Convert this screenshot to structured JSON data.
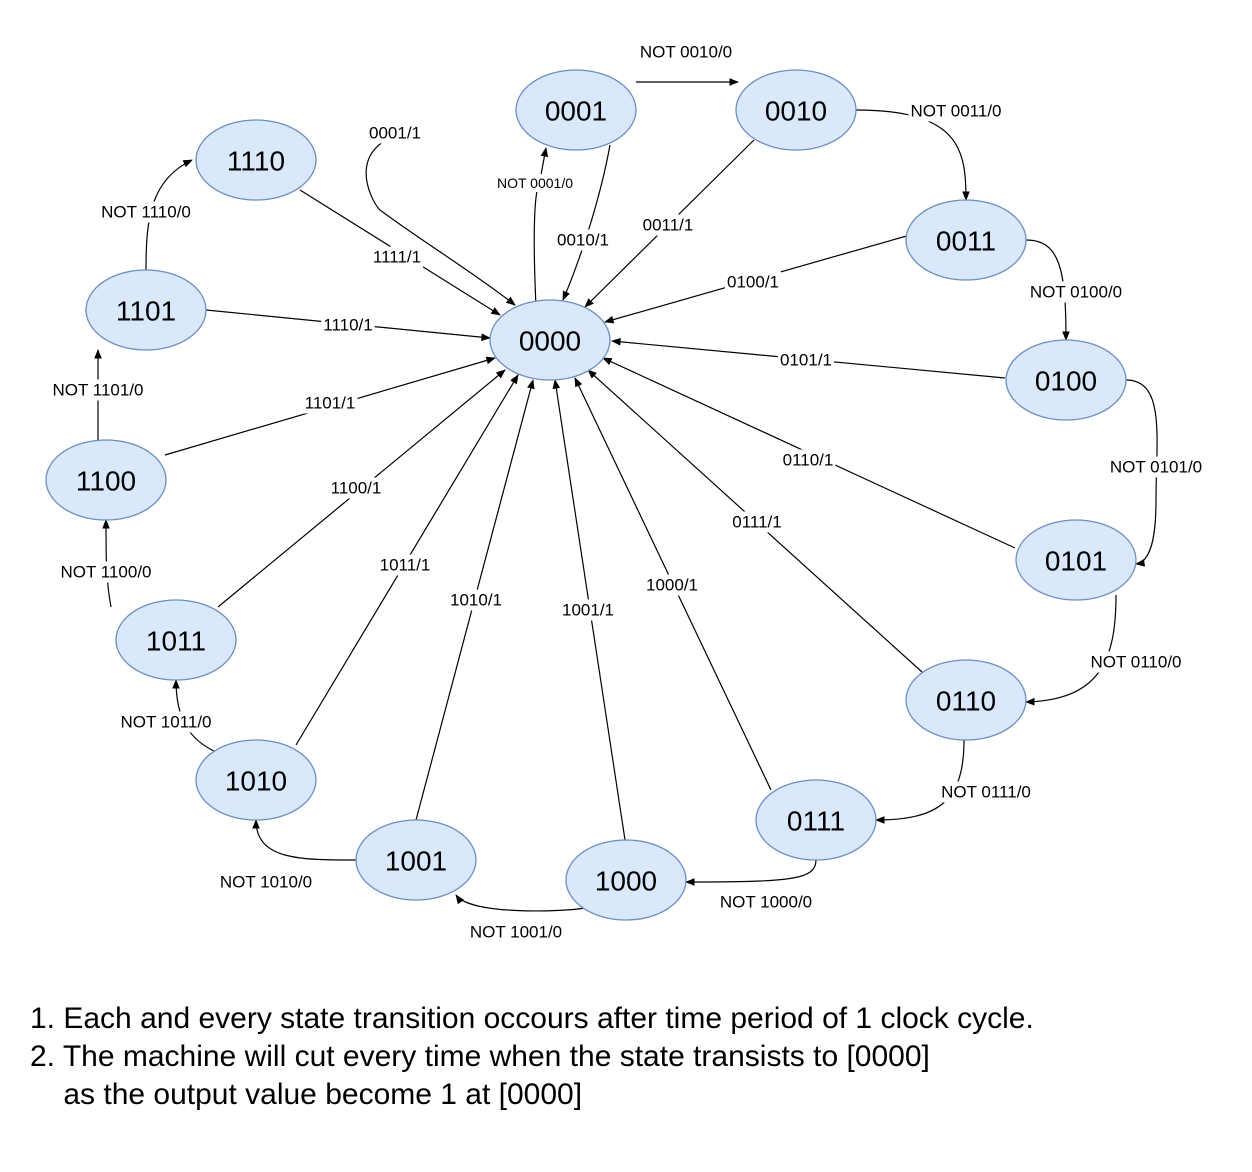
{
  "diagram": {
    "type": "state-machine",
    "states": [
      "0000",
      "0001",
      "0010",
      "0011",
      "0100",
      "0101",
      "0110",
      "0111",
      "1000",
      "1001",
      "1010",
      "1011",
      "1100",
      "1101",
      "1110"
    ],
    "reset_transitions": [
      {
        "from": "0001",
        "label": "0001/1"
      },
      {
        "from": "0001",
        "label": "0010/1"
      },
      {
        "from": "0010",
        "label": "0011/1"
      },
      {
        "from": "0011",
        "label": "0100/1"
      },
      {
        "from": "0100",
        "label": "0101/1"
      },
      {
        "from": "0101",
        "label": "0110/1"
      },
      {
        "from": "0110",
        "label": "0111/1"
      },
      {
        "from": "0111",
        "label": "1000/1"
      },
      {
        "from": "1000",
        "label": "1001/1"
      },
      {
        "from": "1001",
        "label": "1010/1"
      },
      {
        "from": "1010",
        "label": "1011/1"
      },
      {
        "from": "1011",
        "label": "1100/1"
      },
      {
        "from": "1100",
        "label": "1101/1"
      },
      {
        "from": "1101",
        "label": "1110/1"
      },
      {
        "from": "1110",
        "label": "1111/1"
      }
    ],
    "chain_transitions": [
      {
        "from": "0000",
        "to": "0001",
        "label": "NOT 0001/0"
      },
      {
        "from": "0001",
        "to": "0010",
        "label": "NOT 0010/0"
      },
      {
        "from": "0010",
        "to": "0011",
        "label": "NOT 0011/0"
      },
      {
        "from": "0011",
        "to": "0100",
        "label": "NOT 0100/0"
      },
      {
        "from": "0100",
        "to": "0101",
        "label": "NOT 0101/0"
      },
      {
        "from": "0101",
        "to": "0110",
        "label": "NOT 0110/0"
      },
      {
        "from": "0110",
        "to": "0111",
        "label": "NOT 0111/0"
      },
      {
        "from": "0111",
        "to": "1000",
        "label": "NOT 1000/0"
      },
      {
        "from": "1000",
        "to": "1001",
        "label": "NOT 1001/0"
      },
      {
        "from": "1001",
        "to": "1010",
        "label": "NOT 1010/0"
      },
      {
        "from": "1010",
        "to": "1011",
        "label": "NOT 1011/0"
      },
      {
        "from": "1011",
        "to": "1100",
        "label": "NOT 1100/0"
      },
      {
        "from": "1100",
        "to": "1101",
        "label": "NOT 1101/0"
      },
      {
        "from": "1101",
        "to": "1110",
        "label": "NOT 1110/0"
      }
    ]
  },
  "notes": [
    "1. Each and every state transition occours after time period of 1 clock cycle.",
    "2. The machine will cut every time when the state transists to [0000]",
    "    as the output value become 1 at [0000]"
  ]
}
